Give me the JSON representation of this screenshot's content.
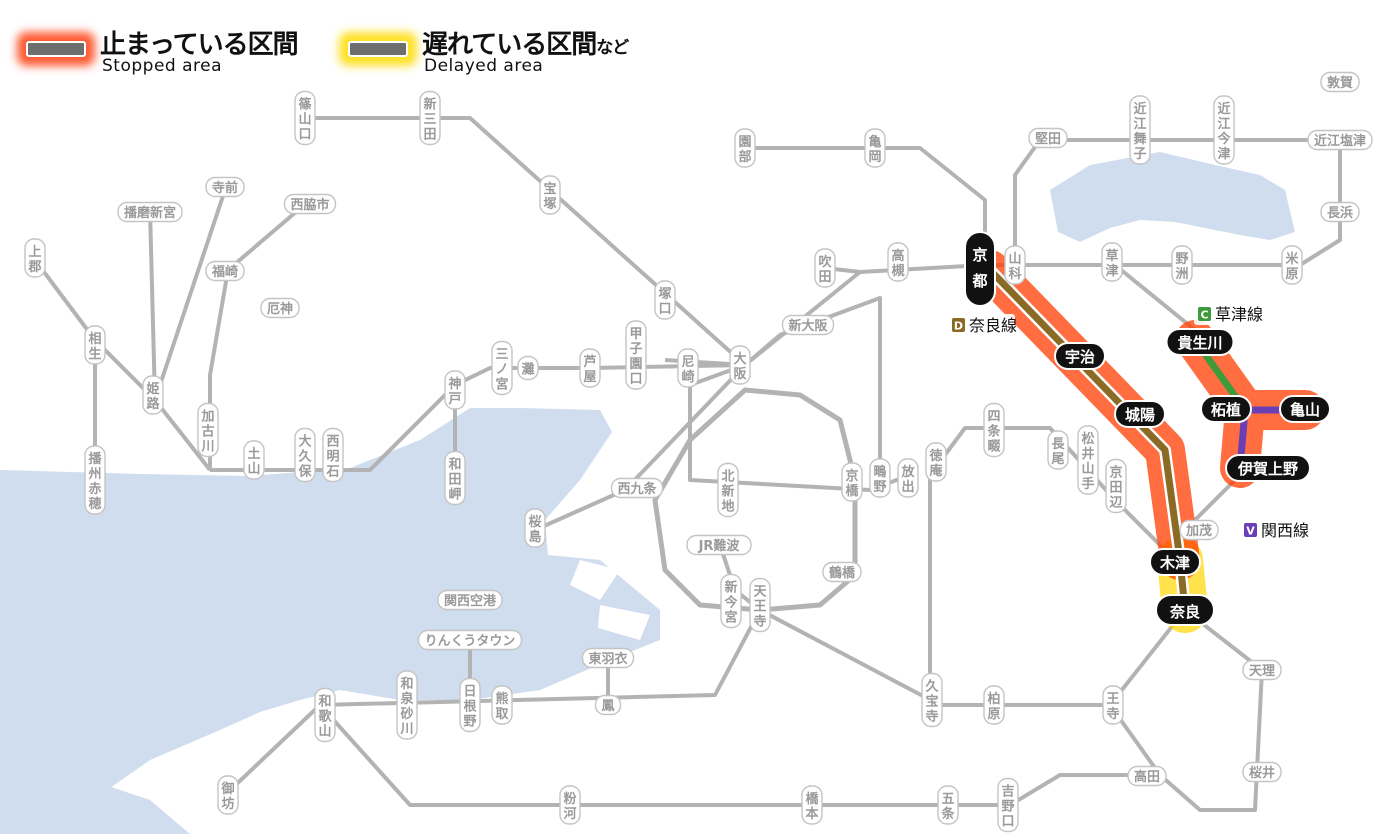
{
  "legend": {
    "stopped": {
      "label_ja": "止まっている区間",
      "label_en": "Stopped area",
      "color": "#ff3c00"
    },
    "delayed": {
      "label_ja": "遅れている区間",
      "label_ja_suffix": "など",
      "label_en": "Delayed area",
      "color": "#ffd600"
    }
  },
  "lines": {
    "nara": {
      "badge": "D",
      "name": "奈良線",
      "color": "#8b6a25"
    },
    "kusatsu": {
      "badge": "C",
      "name": "草津線",
      "color": "#3f9b3a"
    },
    "kansai": {
      "badge": "V",
      "name": "関西線",
      "color": "#6a3fb5"
    }
  },
  "colors": {
    "track": "#b3b3b3",
    "water": "#cfddee",
    "highlight_label": "#111111"
  },
  "highlight_stations": [
    "京都",
    "宇治",
    "城陽",
    "木津",
    "奈良",
    "貴生川",
    "柘植",
    "亀山",
    "伊賀上野"
  ],
  "stations": [
    "篠山口",
    "新三田",
    "宝塚",
    "園部",
    "亀岡",
    "堅田",
    "近江舞子",
    "近江今津",
    "敦賀",
    "近江塩津",
    "長浜",
    "米原",
    "野洲",
    "草津",
    "山科",
    "高槻",
    "吹田",
    "新大阪",
    "塚口",
    "尼崎",
    "大阪",
    "甲子園口",
    "芦屋",
    "灘",
    "三ノ宮",
    "神戸",
    "和田岬",
    "西明石",
    "大久保",
    "土山",
    "加古川",
    "姫路",
    "相生",
    "上郡",
    "播州赤穂",
    "播磨新宮",
    "寺前",
    "福崎",
    "西脇市",
    "厄神",
    "西九条",
    "桜島",
    "北新地",
    "京橋",
    "鴫野",
    "放出",
    "徳庵",
    "四条畷",
    "長尾",
    "松井山手",
    "京田辺",
    "加茂",
    "JR難波",
    "新今宮",
    "天王寺",
    "鶴橋",
    "関西空港",
    "りんくうタウン",
    "東羽衣",
    "鳳",
    "日根野",
    "熊取",
    "和泉砂川",
    "和歌山",
    "御坊",
    "粉河",
    "橋本",
    "五条",
    "吉野口",
    "高田",
    "王寺",
    "柏原",
    "久宝寺",
    "天理",
    "桜井"
  ]
}
